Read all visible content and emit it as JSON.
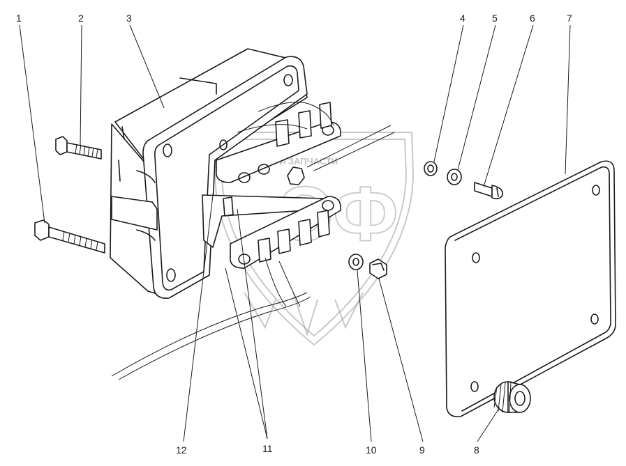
{
  "callouts": {
    "c1": "1",
    "c2": "2",
    "c3": "3",
    "c4": "4",
    "c5": "5",
    "c6": "6",
    "c7": "7",
    "c8": "8",
    "c9": "9",
    "c10": "10",
    "c11": "11",
    "c12": "12"
  },
  "watermark": {
    "text": "ТЕХНИКА И ЗАПЧАСТИ",
    "logo": "ЭФ"
  },
  "colors": {
    "line": "#1a1a1a",
    "watermark": "#9a9a9a",
    "background": "#ffffff"
  }
}
